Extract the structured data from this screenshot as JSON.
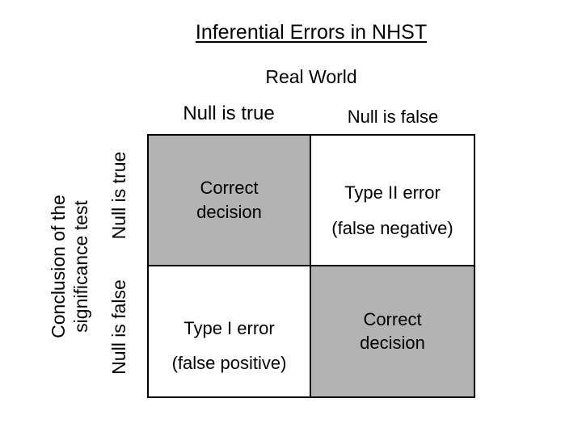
{
  "slide": {
    "title": "Inferential Errors in NHST",
    "subtitle": "Real World",
    "columns": {
      "left": "Null is true",
      "right": "Null is false"
    },
    "rows": {
      "top": "Null is true",
      "bottom": "Null is false"
    },
    "row_axis": {
      "line1": "Conclusion of the",
      "line2": "significance test"
    },
    "cells": {
      "top_left": {
        "line1": "Correct",
        "line2": "decision",
        "shaded": true
      },
      "top_right": {
        "line1": "Type II error",
        "line2": "(false negative)",
        "shaded": false
      },
      "bottom_left": {
        "line1": "Type I error",
        "line2": "(false positive)",
        "shaded": false
      },
      "bottom_right": {
        "line1": "Correct",
        "line2": "decision",
        "shaded": true
      }
    },
    "colors": {
      "cell_gray": "#b3b3b3",
      "border": "#000000",
      "text": "#000000",
      "background": "#ffffff"
    }
  }
}
